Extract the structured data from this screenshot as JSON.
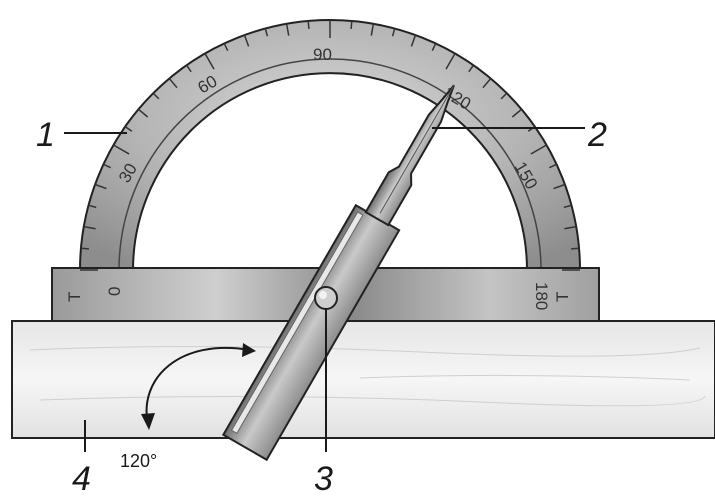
{
  "callouts": {
    "c1": "1",
    "c2": "2",
    "c3": "3",
    "c4": "4"
  },
  "scale_labels": [
    "0",
    "30",
    "60",
    "90",
    "120",
    "150",
    "180"
  ],
  "angle_label": "120°",
  "colors": {
    "metal": "#bdbdbd",
    "metal_dark": "#7a7a7a",
    "wood": "#efefef",
    "ink": "#1a1a1a"
  }
}
